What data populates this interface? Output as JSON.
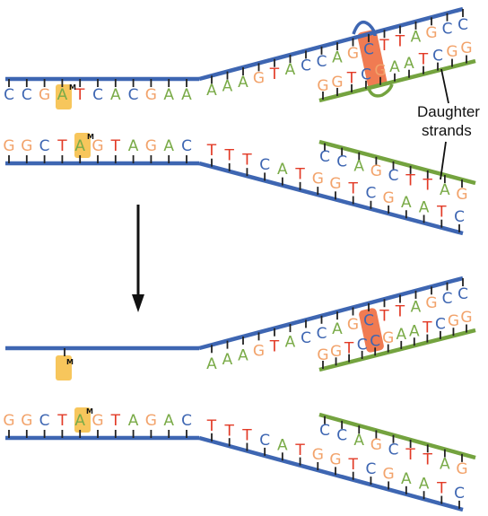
{
  "colors": {
    "parent_strand": "#3E66B2",
    "daughter_strand": "#74A33F",
    "tick": "#222222",
    "methyl_box": "#F7C65C",
    "mismatch_box": "#F07B52",
    "arrow": "#111111",
    "A": "#7AAB48",
    "C": "#3E66B2",
    "G": "#F2A36B",
    "T": "#E23A26"
  },
  "methyl_mark": "M",
  "label": {
    "line1": "Daughter",
    "line2": "strands"
  },
  "top_panel": {
    "strand1_left": "CCGATCACGAA",
    "strand1_fork": "AAAGTACCAGCTTAGCC",
    "strand1_daughter": "GGTCGAATCGG",
    "strand2_left": "GGCTAGTAGAC",
    "strand2_fork": "TTTCATGGTCGAATC",
    "strand2_daughter": "CCAGCTTAG"
  },
  "bottom_panel": {
    "strand1_fork": "AAAGTACCAGCTTAGCC",
    "strand1_daughter": "GGTCCGAATCGG",
    "strand2_left": "GGCTAGTAGAC",
    "strand2_fork": "TTTCATGGTCGAATC",
    "strand2_daughter": "CCAGCTTAG"
  }
}
